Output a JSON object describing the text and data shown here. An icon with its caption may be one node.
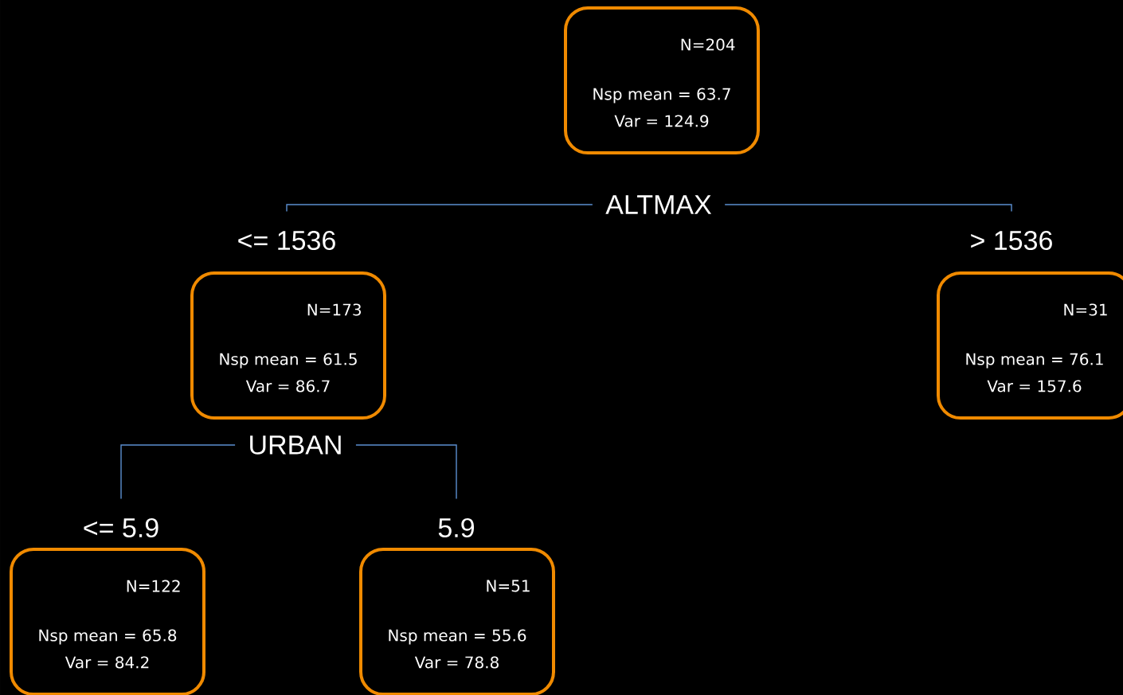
{
  "diagram": {
    "nodes": [
      {
        "text": [
          "N=204",
          "Nsp mean = 63.7",
          "Var = 124.9"
        ]
      },
      {
        "text": [
          "ALTMAX"
        ]
      },
      {
        "text": [
          "<= 1536"
        ]
      },
      {
        "text": [
          "> 1536"
        ]
      },
      {
        "text": [
          "N=173",
          "Nsp mean = 61.5",
          "Var = 86.7"
        ]
      },
      {
        "text": [
          "N=31",
          "Nsp mean = 76.1",
          "Var = 157.6"
        ]
      },
      {
        "text": [
          "URBAN"
        ]
      },
      {
        "text": [
          "<= 5.9"
        ]
      },
      {
        "text": [
          "5.9"
        ]
      },
      {
        "text": [
          "N=122",
          "Nsp mean = 65.8",
          "Var = 84.2"
        ]
      },
      {
        "text": [
          "N=51",
          "Nsp mean = 55.6",
          "Var = 78.8"
        ]
      }
    ],
    "edges": [
      {
        "from": 1,
        "to": 2,
        "arrow": "none"
      },
      {
        "from": 1,
        "to": 3,
        "arrow": "none"
      },
      {
        "from": 6,
        "to": 7,
        "arrow": "none"
      },
      {
        "from": 6,
        "to": 8,
        "arrow": "none"
      }
    ]
  }
}
